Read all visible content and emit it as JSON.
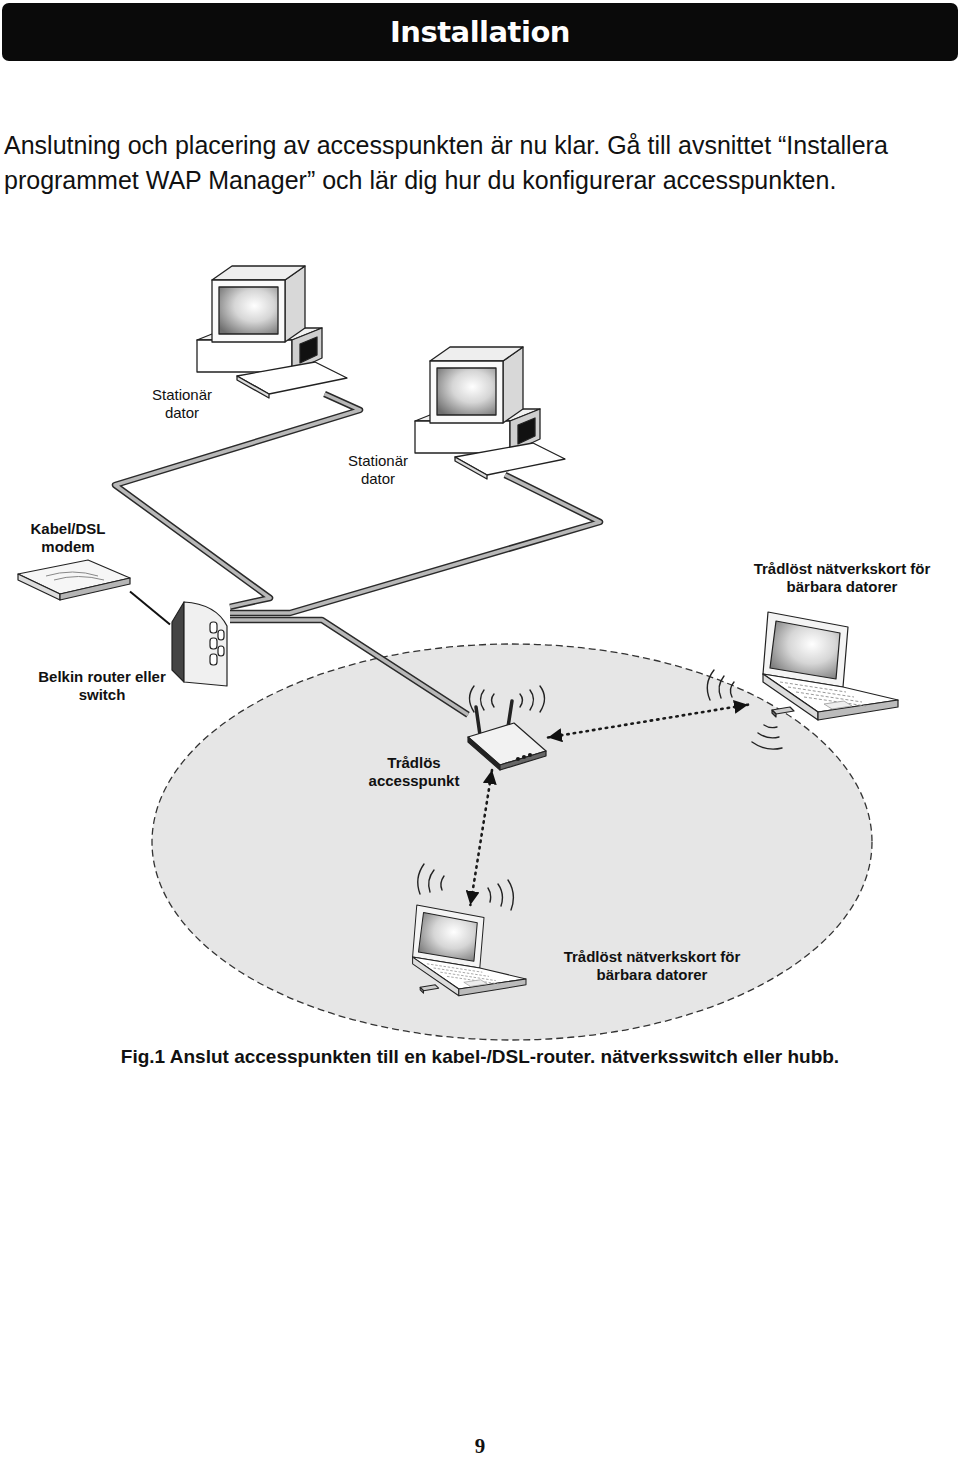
{
  "diagram": {
    "title": "Installation",
    "caption": "Fig.1 Anslut accesspunkten till en kabel-/DSL-router. nätverksswitch eller hubb.",
    "nodes": [
      {
        "text": [
          "Stationär dator"
        ]
      },
      {
        "text": [
          "Stationär dator"
        ]
      },
      {
        "text": [
          "Kabel/DSL modem"
        ]
      },
      {
        "text": [
          "Trådlöst nätverkskort för bärbara datorer"
        ]
      },
      {
        "text": [
          "Belkin router eller switch"
        ]
      },
      {
        "text": [
          "Trådlös accesspunkt"
        ]
      },
      {
        "text": [
          "Trådlöst nätverkskort för bärbara datorer"
        ]
      }
    ],
    "edges": [
      {
        "from": 0,
        "to": 4,
        "arrow": "none"
      },
      {
        "from": 1,
        "to": 4,
        "arrow": "none"
      },
      {
        "from": 2,
        "to": 4,
        "arrow": "none"
      },
      {
        "from": 4,
        "to": 5,
        "arrow": "none"
      },
      {
        "from": 5,
        "to": 3,
        "arrow": "both"
      },
      {
        "from": 5,
        "to": 6,
        "arrow": "both"
      }
    ],
    "labels": [
      "Anslutning och placering av accesspunkten är nu klar. Gå till avsnittet “Installera programmet WAP Manager” och lär dig hur du konfigurerar accesspunkten.",
      "9"
    ]
  }
}
